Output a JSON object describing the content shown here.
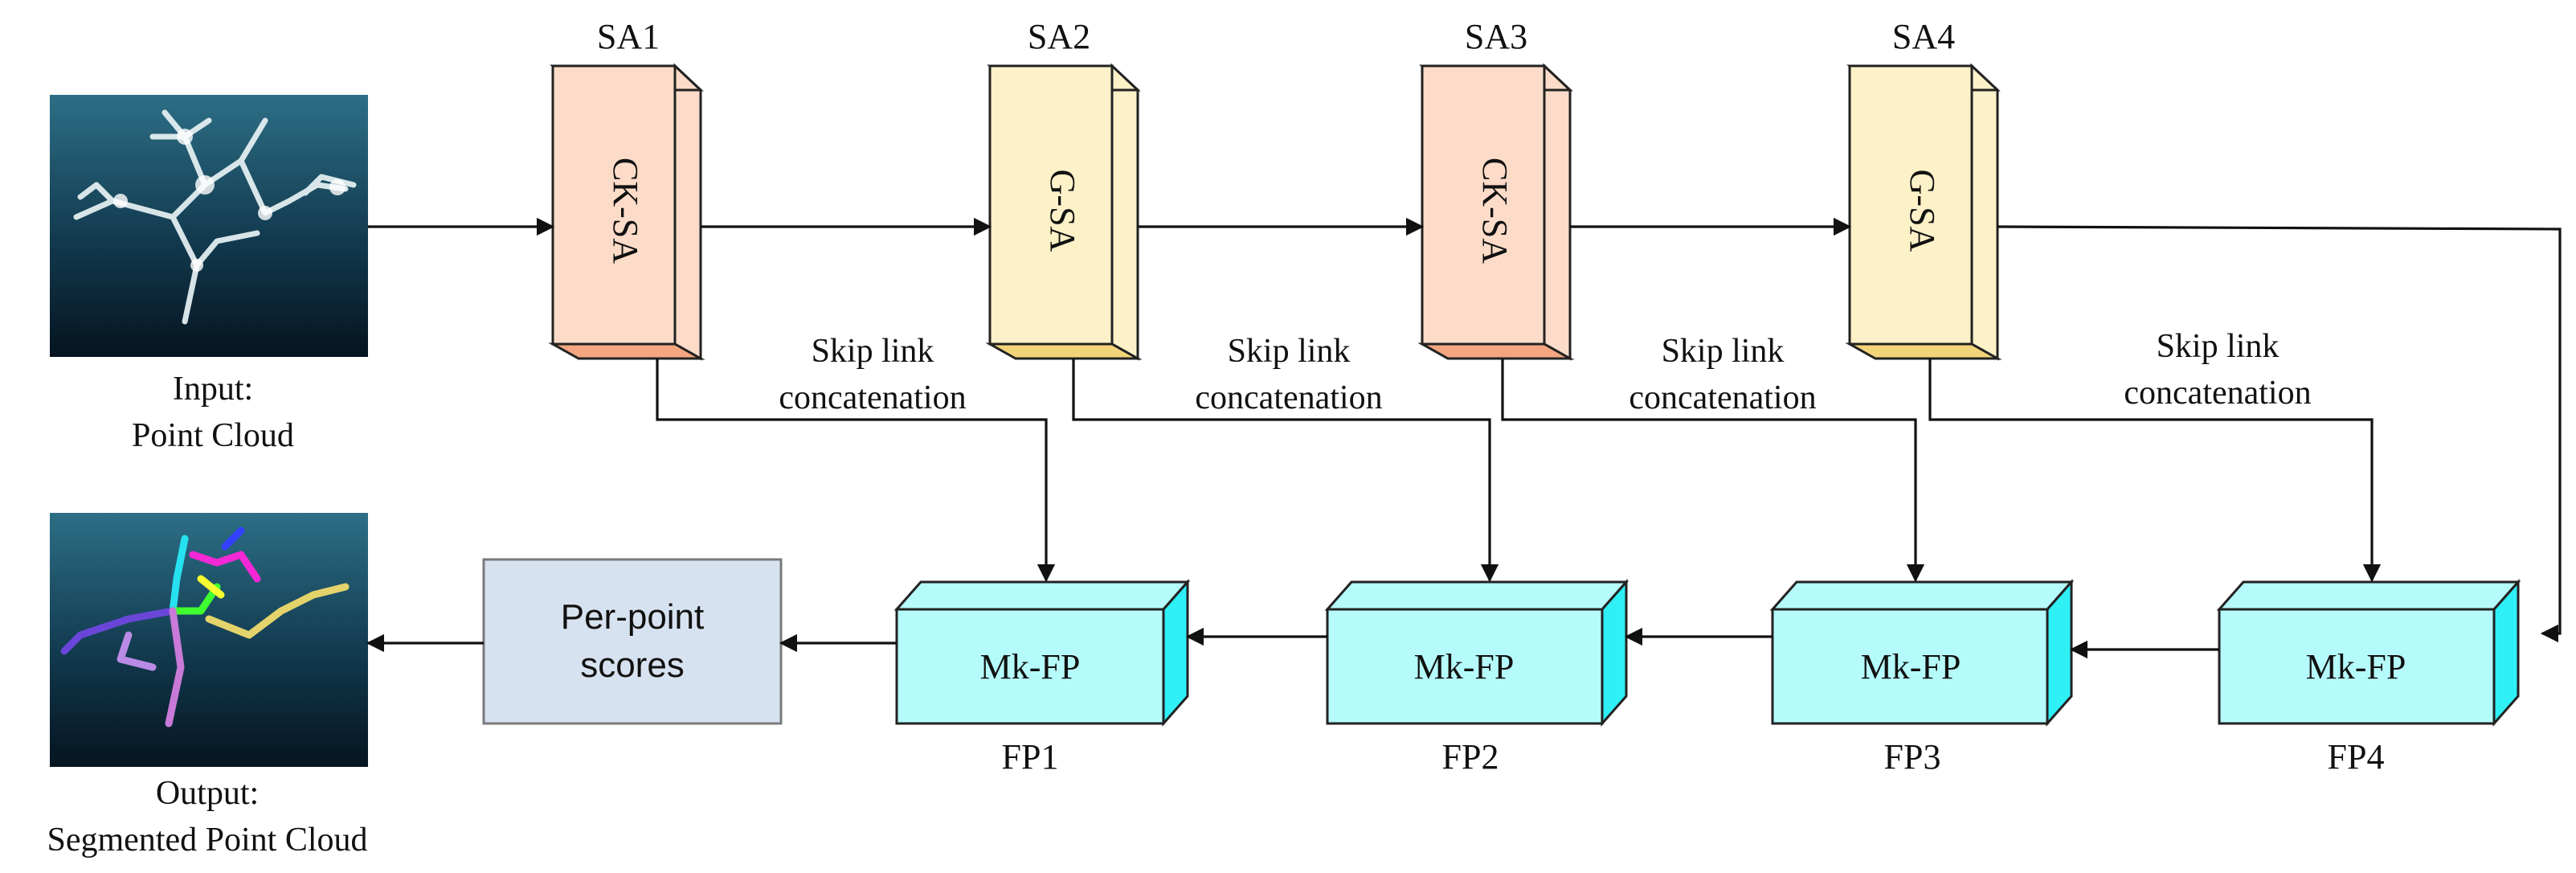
{
  "input": {
    "label_line1": "Input:",
    "label_line2": "Point Cloud"
  },
  "output": {
    "label_line1": "Output:",
    "label_line2": "Segmented Point Cloud"
  },
  "encoder": [
    {
      "id": "SA1",
      "label": "SA1",
      "block": "CK-SA",
      "color": "#fcdcc8",
      "bottom": "#f3a680"
    },
    {
      "id": "SA2",
      "label": "SA2",
      "block": "G-SA",
      "color": "#fdf1c8",
      "bottom": "#f2d47a"
    },
    {
      "id": "SA3",
      "label": "SA3",
      "block": "CK-SA",
      "color": "#fcdcc8",
      "bottom": "#f3a680"
    },
    {
      "id": "SA4",
      "label": "SA4",
      "block": "G-SA",
      "color": "#fdf1c8",
      "bottom": "#f2d47a"
    }
  ],
  "decoder": [
    {
      "id": "FP1",
      "label": "FP1",
      "block": "Mk-FP"
    },
    {
      "id": "FP2",
      "label": "FP2",
      "block": "Mk-FP"
    },
    {
      "id": "FP3",
      "label": "FP3",
      "block": "Mk-FP"
    },
    {
      "id": "FP4",
      "label": "FP4",
      "block": "Mk-FP"
    }
  ],
  "skip_links": {
    "line1": "Skip link",
    "line2": "concatenation"
  },
  "scores": {
    "line1": "Per-point",
    "line2": "scores"
  },
  "colors": {
    "decoder_face": "#b6fbfb",
    "decoder_side": "#2ef0f5",
    "scores_fill": "#d7e2f1",
    "scores_stroke": "#7a7a7a"
  }
}
